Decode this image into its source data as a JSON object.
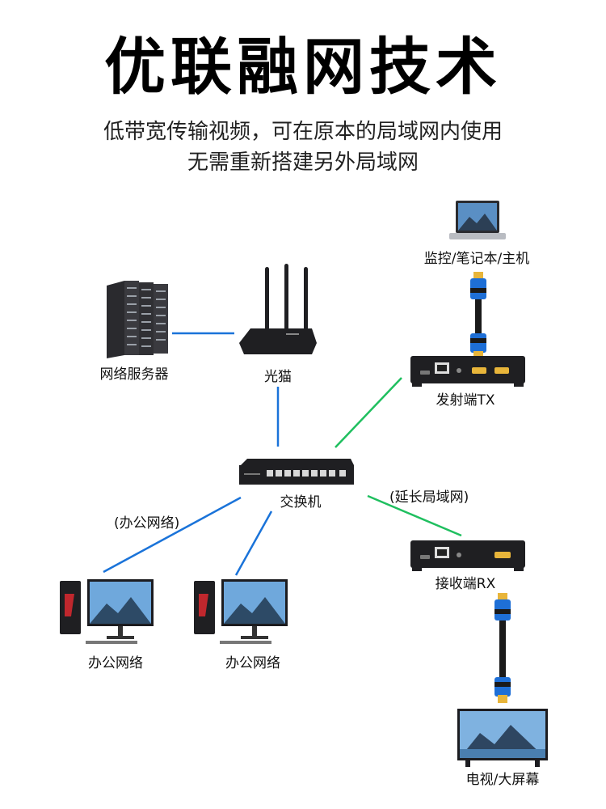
{
  "title": "优联融网技术",
  "subtitle_line1": "低带宽传输视频，可在原本的局域网内使用",
  "subtitle_line2": "无需重新搭建另外局域网",
  "devices": {
    "server": "网络服务器",
    "modem": "光猫",
    "source": "监控/笔记本/主机",
    "transmitter": "发射端TX",
    "switch": "交换机",
    "receiver": "接收端RX",
    "office_pc_1": "办公网络",
    "office_pc_2": "办公网络",
    "display": "电视/大屏幕"
  },
  "links": {
    "office_link_label": "(办公网络)",
    "extended_lan_label": "(延长局域网)"
  },
  "colors": {
    "blue_link": "#1a73d9",
    "green_link": "#1fbf5f",
    "device_dark": "#1f1f22",
    "hdmi_blue": "#1e6fd6",
    "gold": "#e8b53a"
  }
}
